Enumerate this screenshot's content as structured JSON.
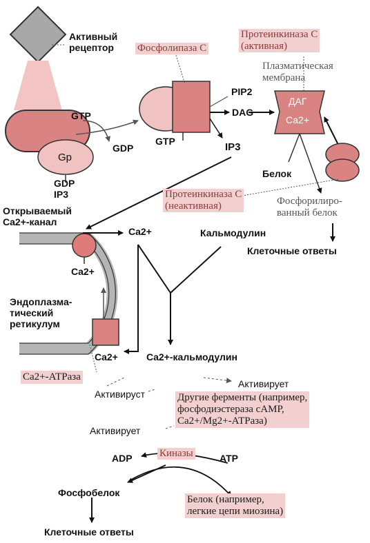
{
  "labels": {
    "active_receptor": "Активный\nрецептор",
    "phospholipase_c": "Фосфолипаза С",
    "pk_c_active": "Протеинкиназа С\n(активная)",
    "plasma_membrane": "Плазматическая\nмембрана",
    "gtp_left": "GTP",
    "gtp_mid": "GTP",
    "gdp_mid": "GDP",
    "gdp_ip3": "GDP\nIP3",
    "gp": "Gp",
    "pip2": "PIP2",
    "dag": "DAG",
    "dag_ru": "ДАГ",
    "ca_dag": "Са2+",
    "ip3": "IP3",
    "protein": "Белок",
    "pk_c_inactive": "Протеинкиназа С\n(неактивная)",
    "phospho_protein": "Фосфорилиро-\nванный белок",
    "open_channel": "Открываемый\nCa2+-канал",
    "ca_out": "Ca2+",
    "calmodulin": "Кальмодулин",
    "cell_resp_1": "Клеточные ответы",
    "ca_channel": "Ca2+",
    "er": "Эндоплазма-\nтический\nретикулум",
    "ca_pump": "Ca2+",
    "ca_calmodulin": "Ca2+-кальмодулин",
    "atpase": "Ca2+-АТРаза",
    "activates_1": "Активируст",
    "activates_2": "Активирует",
    "other_enzymes": "Другие ферменты (например,\nфосфодиэстераза сАМР,\nCa2+/Mg2+-АТРаза)",
    "activates_3": "Активирует",
    "adp": "ADP",
    "kinases": "Киназы",
    "atp": "ATP",
    "phosphoprotein": "Фосфобелок",
    "protein_example": "Белок (например,\nлегкие цепи миозина)",
    "cell_resp_2": "Клеточные ответы"
  },
  "colors": {
    "receptor_fill": "#a8a8a8",
    "stalk_fill": "#f2c4c4",
    "protein_dark": "#d98383",
    "protein_light": "#f1c2c2",
    "highlight_bg": "#f3d0d0",
    "er_gray": "#b5b5b5"
  }
}
